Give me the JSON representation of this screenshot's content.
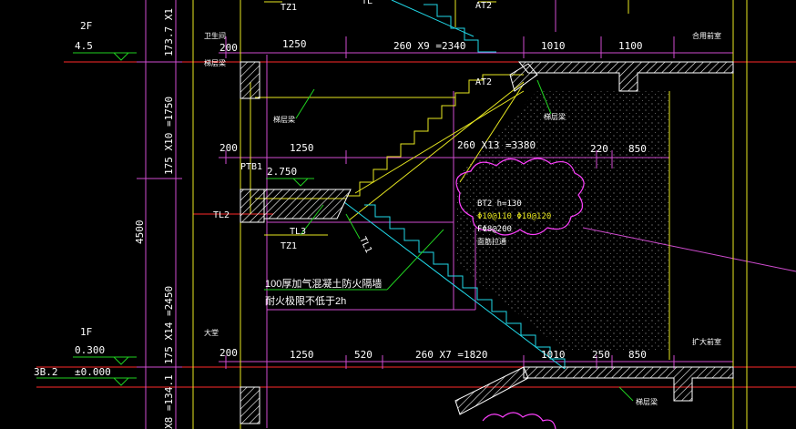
{
  "colors": {
    "background": "#000000",
    "floor_line": "#ff2a2a",
    "dimension": "#d04cd0",
    "text": "#ffffff",
    "structure": "#e8e820",
    "stair_down": "#20d8e8",
    "slab": "#ffffff",
    "leader": "#20d020",
    "elevation_marker": "#20d020",
    "cloud": "#ff40ff"
  },
  "floor_labels": {
    "second": "2F",
    "first": "1F"
  },
  "elevations": {
    "floor_2": "4.5",
    "landing": "2.750",
    "floor_1": "0.300",
    "ground_left": "3B.2",
    "ground_right": "±0.000"
  },
  "left_vertical_dims": [
    "173.7 X1",
    "175 X10 =1750",
    "175 X14 =2450",
    "X8 =134.1"
  ],
  "total_height_dim": "4500",
  "dims_row1": {
    "a": "200",
    "b": "1250",
    "c": "260 X9 =2340",
    "d": "1010",
    "e": "1100"
  },
  "dims_row2": {
    "a": "200",
    "b": "1250",
    "c": "260 X13 =3380",
    "d": "220",
    "e": "850"
  },
  "dims_row3": {
    "a": "200",
    "b": "1250",
    "c": "520",
    "d": "260 X7 =1820",
    "e": "1010",
    "f": "250",
    "g": "850"
  },
  "labels": {
    "tz1_top": "TZ1",
    "tl_top": "TL",
    "at2_top": "AT2",
    "at2": "AT2",
    "ptb1": "PTB1",
    "tl2": "TL2",
    "tl3": "TL3",
    "tz1": "TZ1",
    "tl1": "TL1"
  },
  "annotations": {
    "beam_top_left": "梯层梁",
    "beam_mid": "梯层梁",
    "beam_right": "梯层梁",
    "beam_bottom_right": "梯层梁",
    "room_top_left": "卫生间",
    "room_top_right": "合用前室",
    "room_mid_left": "大堂",
    "room_mid_right": "扩大前室",
    "wall_note_line1": "100厚加气混凝土防火隔墙",
    "wall_note_line2": "耐火极限不低于2h"
  },
  "cloud_note": {
    "line1": "BT2 h=130",
    "line2": "Φ10@110 Φ10@120",
    "line3": "FΦ8@200",
    "line4": "面筋拉通"
  }
}
